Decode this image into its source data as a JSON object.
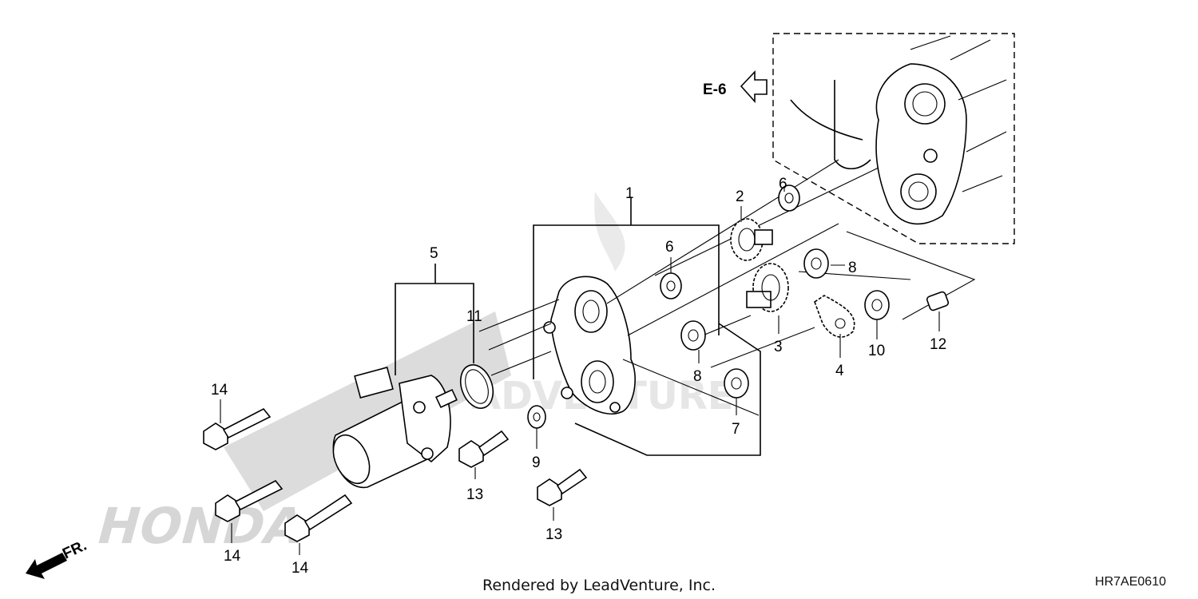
{
  "reference": {
    "label": "E-6"
  },
  "front_indicator": {
    "label": "FR."
  },
  "callouts": [
    "1",
    "2",
    "3",
    "4",
    "5",
    "6",
    "6",
    "7",
    "8",
    "8",
    "9",
    "10",
    "11",
    "12",
    "13",
    "13",
    "14",
    "14",
    "14"
  ],
  "footer": {
    "credit": "Rendered by LeadVenture, Inc.",
    "diagram_code": "HR7AE0610"
  }
}
